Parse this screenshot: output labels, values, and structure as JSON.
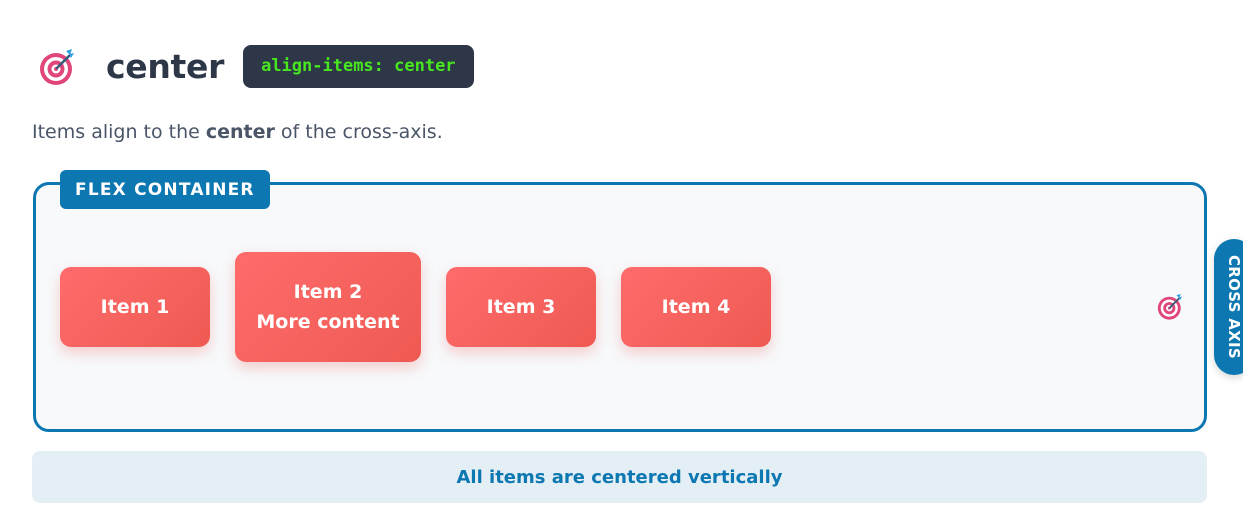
{
  "header": {
    "icon": "target-dart-icon",
    "title": "center",
    "code": "align-items: center"
  },
  "description": {
    "prefix": "Items align to the ",
    "bold": "center",
    "suffix": " of the cross-axis."
  },
  "container": {
    "label": "FLEX CONTAINER",
    "items": [
      {
        "line1": "Item 1",
        "line2": ""
      },
      {
        "line1": "Item 2",
        "line2": "More content"
      },
      {
        "line1": "Item 3",
        "line2": ""
      },
      {
        "line1": "Item 4",
        "line2": ""
      }
    ],
    "marker_icon": "target-dart-icon"
  },
  "cross_axis": {
    "label": "CROSS AXIS"
  },
  "note": {
    "text": "All items are centered vertically"
  },
  "colors": {
    "accent": "#0c77b1",
    "item_gradient_start": "#ff6b6b",
    "item_gradient_end": "#ee5a52",
    "code_bg": "#2d3748",
    "code_text": "#48e61f",
    "title": "#2d3748",
    "note_bg": "#e4eef5"
  }
}
